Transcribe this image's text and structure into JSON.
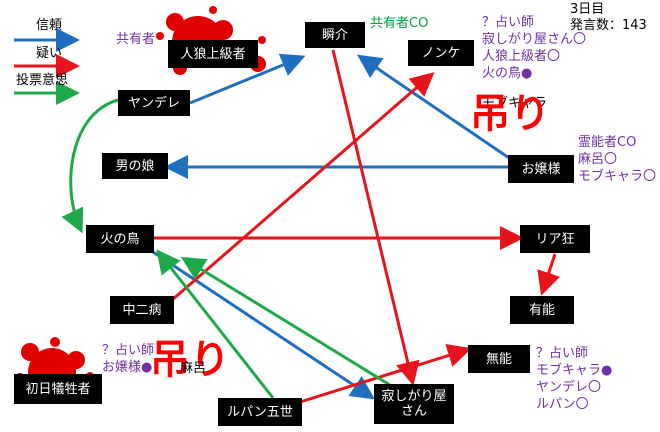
{
  "legend": {
    "trust": {
      "label": "信頼",
      "color": "#1f6fbf"
    },
    "doubt": {
      "label": "疑い",
      "color": "#e8141b"
    },
    "vote": {
      "label": "投票意思",
      "color": "#1ea84a"
    }
  },
  "meta": {
    "day": "3日目",
    "posts": "発言数：143"
  },
  "nodes": {
    "shunsuke": "瞬介",
    "jinrou": "人狼上級者",
    "nonke": "ノンケ",
    "yandere": "ヤンデレ",
    "otokonoko": "男の娘",
    "ojousama": "お嬢様",
    "hinotori": "火の鳥",
    "riakyou": "リア狂",
    "yuunou": "有能",
    "chuunibyou": "中二病",
    "shoka": "初日犠牲者",
    "munou": "無能",
    "sabishigari": "寂しがり屋さん",
    "lupin": "ルパン五世"
  },
  "labels": {
    "kyouyuu": "共有者",
    "kyouyuu_co": "共有者CO",
    "tsuri_top": "吊り",
    "tsuri_bottom": "吊り",
    "mobkyara_mid": "モブキャラ"
  },
  "notes": {
    "top_right": [
      "？占い師",
      "寂しがり屋さん〇",
      "人狼上級者〇",
      "火の鳥●"
    ],
    "ojousama": [
      "霊能者CO",
      "麻呂〇",
      "モブキャラ〇"
    ],
    "munou": [
      "？占い師",
      "モブキャラ●",
      "ヤンデレ〇",
      "ルパン〇"
    ],
    "bottom_left": [
      "？占い師",
      "お嬢様●",
      "麻呂"
    ]
  },
  "colors": {
    "node_bg": "#000000",
    "note_purple": "#7030a0",
    "co_green": "#00a040",
    "tsuri_red": "#ff0000",
    "blood": "#e00000"
  }
}
